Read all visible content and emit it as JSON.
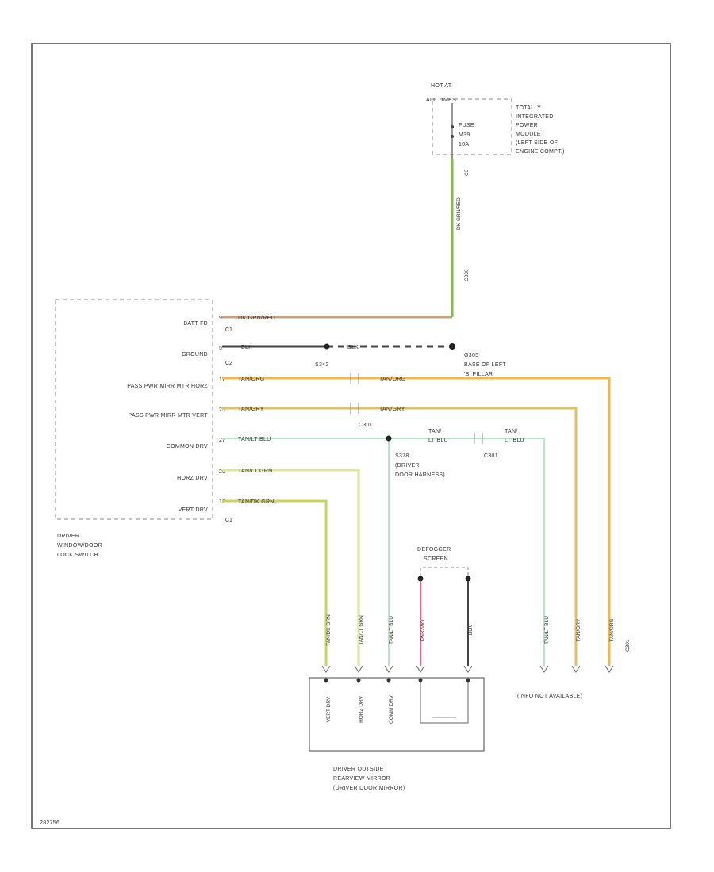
{
  "diagram": {
    "code": "282756",
    "tipm": {
      "hot_at": "HOT AT",
      "all_times": "ALL TIMES",
      "fuse": [
        "FUSE",
        "M39",
        "10A"
      ],
      "name": [
        "TOTALLY",
        "INTEGRATED",
        "POWER",
        "MODULE",
        "(LEFT SIDE OF",
        "ENGINE COMPT.)"
      ],
      "connector": "C3",
      "wire_label": "DK GRN/RED"
    },
    "c330": "C330",
    "switch": {
      "name": [
        "DRIVER",
        "WINDOW/DOOR",
        "LOCK SWITCH"
      ],
      "pins": [
        {
          "label": "BATT FD",
          "num": "9",
          "wire": "DK GRN/RED",
          "conn": "C1"
        },
        {
          "label": "GROUND",
          "num": "5",
          "wire": "BLK",
          "conn": "C2"
        },
        {
          "label": "PASS PWR MIRR MTR HORZ",
          "num": "11",
          "wire": "TAN/ORG"
        },
        {
          "label": "PASS PWR MIRR MTR VERT",
          "num": "25",
          "wire": "TAN/GRY"
        },
        {
          "label": "COMMON DRV",
          "num": "27",
          "wire": "TAN/LT BLU"
        },
        {
          "label": "HORZ DRV",
          "num": "26",
          "wire": "TAN/LT GRN"
        },
        {
          "label": "VERT DRV",
          "num": "12",
          "wire": "TAN/DK GRN",
          "conn": "C1"
        }
      ]
    },
    "ground": {
      "wire2": "BLK",
      "splice": "S342",
      "point": "G305",
      "loc": [
        "BASE OF LEFT",
        "'B' PILLAR"
      ]
    },
    "c301": "C301",
    "s378": [
      "S378",
      "(DRIVER",
      "DOOR HARNESS)"
    ],
    "c301b": "C301",
    "tan_lt_blu": [
      "TAN/",
      "LT BLU"
    ],
    "defogger": [
      "DEFOGGER",
      "SCREEN"
    ],
    "mirror": {
      "pins": [
        "VERT DRV",
        "HORZ DRV",
        "COMM DRV"
      ],
      "name": [
        "DRIVER OUTSIDE",
        "REARVIEW MIRROR",
        "(DRIVER DOOR MIRROR)"
      ]
    },
    "info_na": "(INFO NOT AVAILABLE)",
    "c301c": "C301",
    "vertical_wires": [
      "TAN/DK GRN",
      "TAN/LT GRN",
      "TAN/LT BLU",
      "PNK/VIO",
      "BLK",
      "TAN/LT BLU",
      "TAN/GRY",
      "TAN/ORG"
    ]
  }
}
